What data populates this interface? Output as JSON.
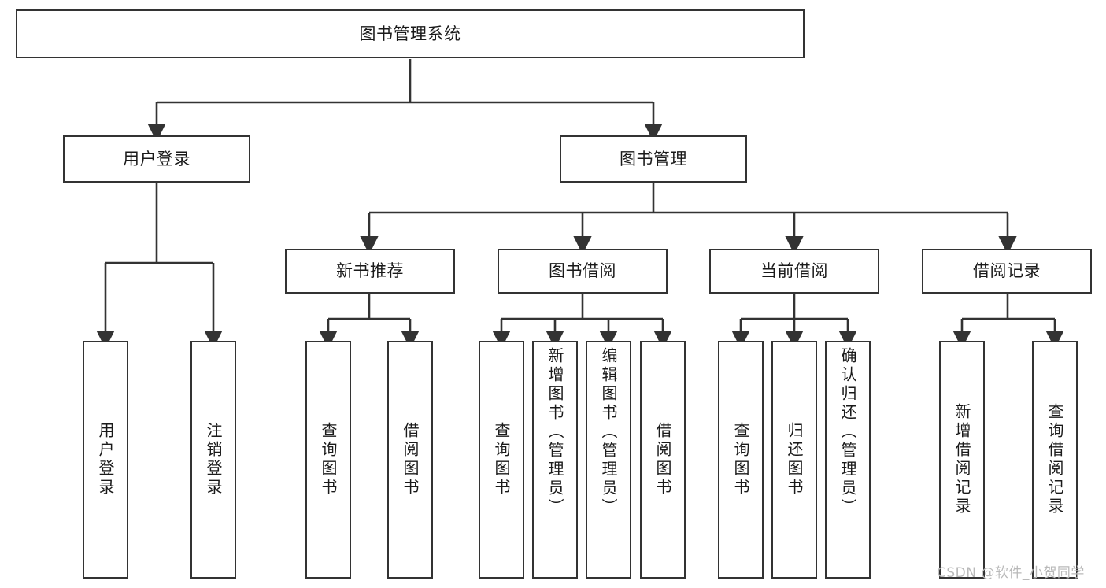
{
  "diagram": {
    "title": "图书管理系统",
    "type": "tree-hierarchy-chart",
    "root": {
      "id": "root",
      "label": "图书管理系统"
    },
    "level2": [
      {
        "id": "user-login",
        "label": "用户登录"
      },
      {
        "id": "book-manage",
        "label": "图书管理"
      }
    ],
    "level3": [
      {
        "id": "new-book-recommend",
        "label": "新书推荐",
        "parent": "book-manage"
      },
      {
        "id": "book-borrow",
        "label": "图书借阅",
        "parent": "book-manage"
      },
      {
        "id": "current-borrow",
        "label": "当前借阅",
        "parent": "book-manage"
      },
      {
        "id": "borrow-record",
        "label": "借阅记录",
        "parent": "book-manage"
      }
    ],
    "leaves": {
      "user-login": [
        {
          "id": "leaf-user-login",
          "label": "用户登录"
        },
        {
          "id": "leaf-user-logout",
          "label": "注销登录"
        }
      ],
      "new-book-recommend": [
        {
          "id": "leaf-query-book-1",
          "label": "查询图书"
        },
        {
          "id": "leaf-borrow-book-1",
          "label": "借阅图书"
        }
      ],
      "book-borrow": [
        {
          "id": "leaf-query-book-2",
          "label": "查询图书"
        },
        {
          "id": "leaf-add-book",
          "label": "新增图书（管理员）"
        },
        {
          "id": "leaf-edit-book",
          "label": "编辑图书（管理员）"
        },
        {
          "id": "leaf-borrow-book-2",
          "label": "借阅图书"
        }
      ],
      "current-borrow": [
        {
          "id": "leaf-query-book-3",
          "label": "查询图书"
        },
        {
          "id": "leaf-return-book",
          "label": "归还图书"
        },
        {
          "id": "leaf-confirm-return",
          "label": "确认归还（管理员）"
        }
      ],
      "borrow-record": [
        {
          "id": "leaf-add-record",
          "label": "新增借阅记录"
        },
        {
          "id": "leaf-query-record",
          "label": "查询借阅记录"
        }
      ]
    },
    "colors": {
      "stroke": "#333333",
      "fill": "#ffffff",
      "text": "#1a1a1a",
      "watermark": "#b9b9b9"
    }
  },
  "watermark": {
    "text": "CSDN @软件_小贺同学"
  }
}
